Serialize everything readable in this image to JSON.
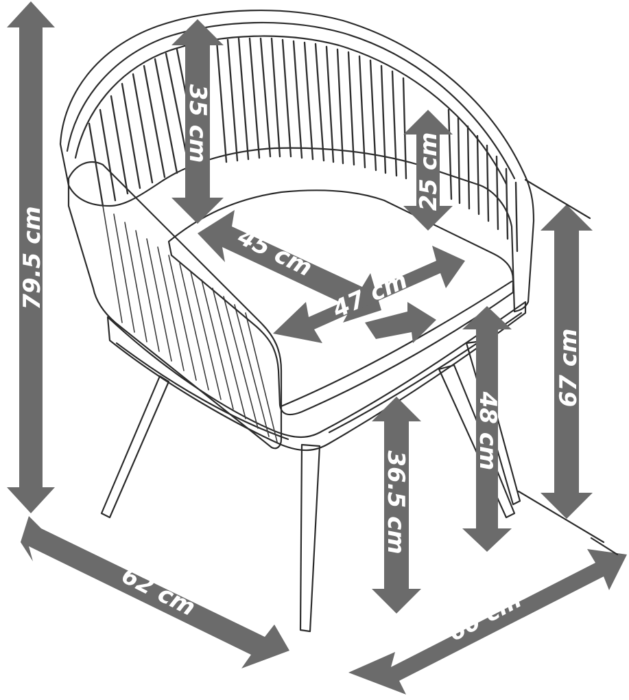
{
  "diagram": {
    "dimensions": {
      "total_height": "79.5 cm",
      "backrest_height": "35 cm",
      "armrest_height": "25 cm",
      "seat_depth": "45 cm",
      "seat_width": "47 cm",
      "arm_height_total": "67 cm",
      "seat_height": "48 cm",
      "leg_height": "36.5 cm",
      "depth": "62 cm",
      "width": "60 cm"
    },
    "colors": {
      "arrow": "#6b6b6b",
      "label_text": "#ffffff",
      "line_art": "#2b2b2b"
    }
  }
}
